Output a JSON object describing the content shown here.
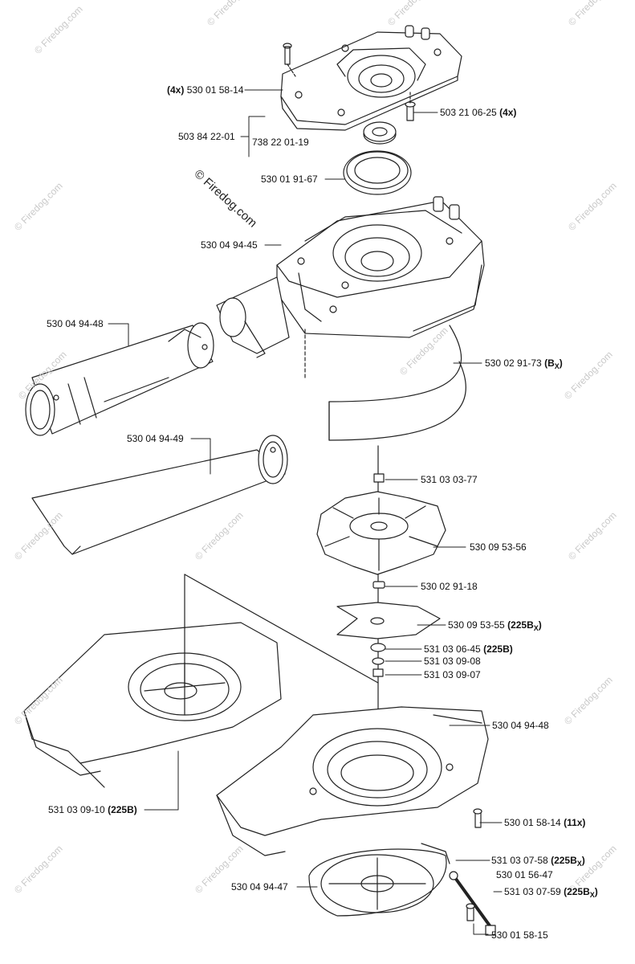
{
  "copyright": "© Firedog.com",
  "watermark": "© Firedog.com",
  "parts": [
    {
      "id": "p1",
      "number": "530 01 58-14",
      "prefix": "(4x)",
      "suffix": "",
      "sub": ""
    },
    {
      "id": "p2",
      "number": "503 21 06-25",
      "prefix": "",
      "suffix": "(4x)",
      "sub": ""
    },
    {
      "id": "p3",
      "number": "503 84 22-01",
      "prefix": "",
      "suffix": "",
      "sub": ""
    },
    {
      "id": "p4",
      "number": "738 22 01-19",
      "prefix": "",
      "suffix": "",
      "sub": ""
    },
    {
      "id": "p5",
      "number": "530 01 91-67",
      "prefix": "",
      "suffix": "",
      "sub": ""
    },
    {
      "id": "p6",
      "number": "530 04 94-45",
      "prefix": "",
      "suffix": "",
      "sub": ""
    },
    {
      "id": "p7",
      "number": "530 04 94-48",
      "prefix": "",
      "suffix": "",
      "sub": ""
    },
    {
      "id": "p8",
      "number": "530 02 91-73",
      "prefix": "",
      "suffix": "(B",
      "sub": "X",
      "close": ")"
    },
    {
      "id": "p9",
      "number": "530 04 94-49",
      "prefix": "",
      "suffix": "",
      "sub": ""
    },
    {
      "id": "p10",
      "number": "531 03 03-77",
      "prefix": "",
      "suffix": "",
      "sub": ""
    },
    {
      "id": "p11",
      "number": "530 09 53-56",
      "prefix": "",
      "suffix": "",
      "sub": ""
    },
    {
      "id": "p12",
      "number": "530 02 91-18",
      "prefix": "",
      "suffix": "",
      "sub": ""
    },
    {
      "id": "p13",
      "number": "530 09 53-55",
      "prefix": "",
      "suffix": "(225B",
      "sub": "X",
      "close": ")"
    },
    {
      "id": "p14",
      "number": "531 03 06-45",
      "prefix": "",
      "suffix": "(225B)",
      "sub": ""
    },
    {
      "id": "p15",
      "number": "531 03 09-08",
      "prefix": "",
      "suffix": "",
      "sub": ""
    },
    {
      "id": "p16",
      "number": "531 03 09-07",
      "prefix": "",
      "suffix": "",
      "sub": ""
    },
    {
      "id": "p17",
      "number": "530 04 94-48",
      "prefix": "",
      "suffix": "",
      "sub": ""
    },
    {
      "id": "p18",
      "number": "531 03 09-10",
      "prefix": "",
      "suffix": "(225B)",
      "sub": ""
    },
    {
      "id": "p19",
      "number": "530 01 58-14",
      "prefix": "",
      "suffix": "(11x)",
      "sub": ""
    },
    {
      "id": "p20",
      "number": "531 03 07-58",
      "prefix": "",
      "suffix": "(225B",
      "sub": "X",
      "close": ")"
    },
    {
      "id": "p21",
      "number": "530 01 56-47",
      "prefix": "",
      "suffix": "",
      "sub": ""
    },
    {
      "id": "p22",
      "number": "531 03 07-59",
      "prefix": "",
      "suffix": "(225B",
      "sub": "X",
      "close": ")"
    },
    {
      "id": "p23",
      "number": "530 04 94-47",
      "prefix": "",
      "suffix": "",
      "sub": ""
    },
    {
      "id": "p24",
      "number": "530 01 58-15",
      "prefix": "",
      "suffix": "",
      "sub": ""
    }
  ]
}
